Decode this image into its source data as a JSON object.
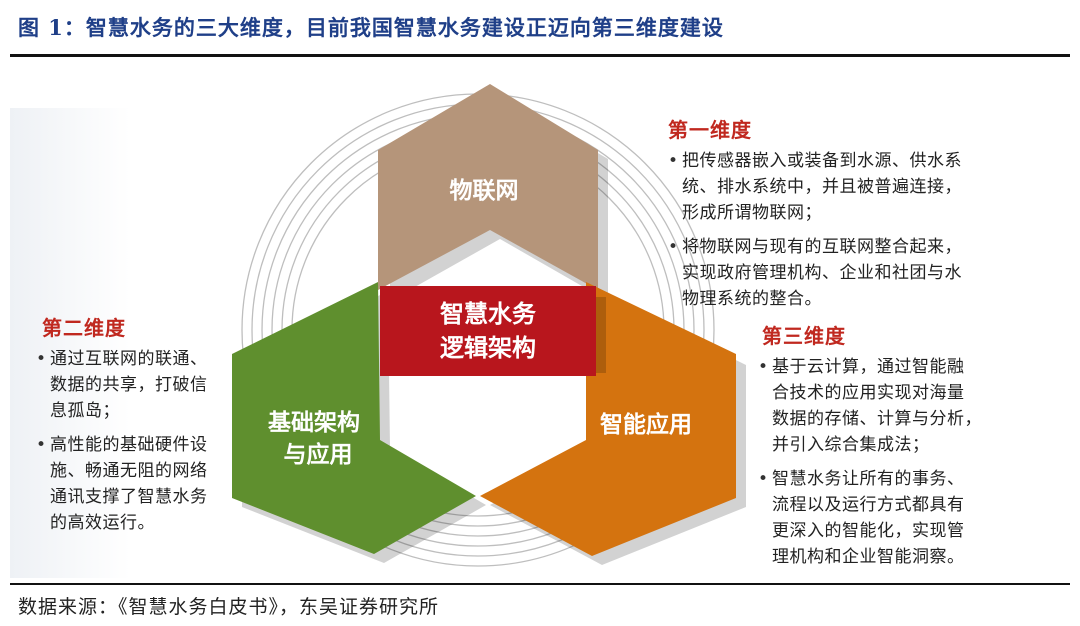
{
  "figure": {
    "title": "图 1：智慧水务的三大维度，目前我国智慧水务建设正迈向第三维度建设",
    "source": "数据来源：《智慧水务白皮书》，东吴证券研究所"
  },
  "diagram": {
    "center_label": [
      "智慧水务",
      "逻辑架构"
    ],
    "petals": [
      {
        "label": [
          "物联网"
        ],
        "color": "#b5957a"
      },
      {
        "label": [
          "基础架构",
          "与应用"
        ],
        "color": "#5f8f2e"
      },
      {
        "label": [
          "智能应用"
        ],
        "color": "#d4730f"
      }
    ],
    "center_color": "#b8161d"
  },
  "dimensions": [
    {
      "heading": "第一维度",
      "bullets": [
        [
          "把传感器嵌入或装备到水源、供水系",
          "统、排水系统中，并且被普遍连接，",
          "形成所谓物联网；"
        ],
        [
          "将物联网与现有的互联网整合起来，",
          "实现政府管理机构、企业和社团与水",
          "物理系统的整合。"
        ]
      ]
    },
    {
      "heading": "第二维度",
      "bullets": [
        [
          "通过互联网的联通、",
          "数据的共享，打破信",
          "息孤岛；"
        ],
        [
          "高性能的基础硬件设",
          "施、畅通无阻的网络",
          "通讯支撑了智慧水务",
          "的高效运行。"
        ]
      ]
    },
    {
      "heading": "第三维度",
      "bullets": [
        [
          "基于云计算，通过智能融",
          "合技术的应用实现对海量",
          "数据的存储、计算与分析，",
          "并引入综合集成法；"
        ],
        [
          "智慧水务让所有的事务、",
          "流程以及运行方式都具有",
          "更深入的智能化，实现管",
          "理机构和企业智能洞察。"
        ]
      ]
    }
  ]
}
